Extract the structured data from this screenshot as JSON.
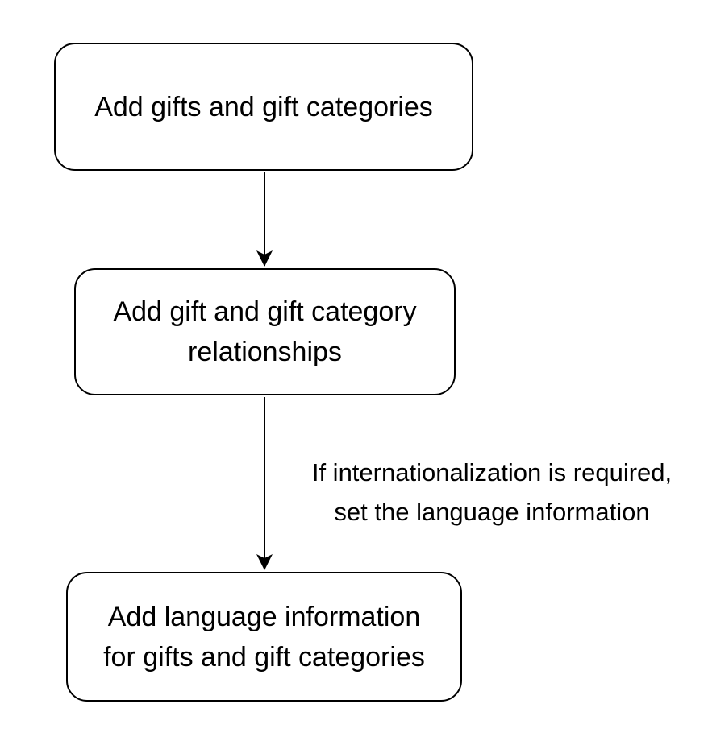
{
  "diagram": {
    "type": "flowchart",
    "background_color": "#ffffff",
    "stroke_color": "#000000",
    "text_color": "#000000",
    "nodes": [
      {
        "id": "add-gifts",
        "label": "Add gifts and gift categories",
        "shape": "rounded-rectangle"
      },
      {
        "id": "add-relationships",
        "label": "Add gift and gift category\nrelationships",
        "shape": "rounded-rectangle"
      },
      {
        "id": "add-language-info",
        "label": "Add language information\nfor gifts and gift categories",
        "shape": "rounded-rectangle"
      }
    ],
    "edges": [
      {
        "from": "add-gifts",
        "to": "add-relationships",
        "label": "",
        "direction": "down"
      },
      {
        "from": "add-relationships",
        "to": "add-language-info",
        "label": "If internationalization is required,\nset the language information",
        "direction": "down"
      }
    ]
  }
}
